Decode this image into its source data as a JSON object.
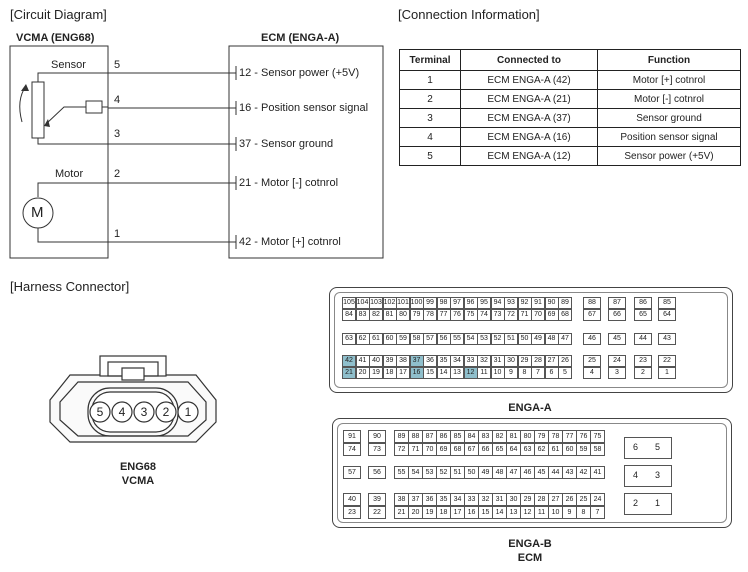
{
  "headers": {
    "circuit": "[Circuit Diagram]",
    "connection": "[Connection Information]",
    "harness": "[Harness Connector]"
  },
  "circuit": {
    "vcma_title": "VCMA (ENG68)",
    "ecm_title": "ECM (ENGA-A)",
    "sensor_label": "Sensor",
    "motor_label": "Motor",
    "motor_symbol": "M",
    "pins": [
      "5",
      "4",
      "3",
      "2",
      "1"
    ],
    "ecm_terminals": [
      "12 - Sensor power (+5V)",
      "16 - Position sensor signal",
      "37 - Sensor ground",
      "21 - Motor [-] cotnrol",
      "42 - Motor [+] cotnrol"
    ]
  },
  "connection_table": {
    "columns": [
      "Terminal",
      "Connected to",
      "Function"
    ],
    "rows": [
      [
        "1",
        "ECM ENGA-A (42)",
        "Motor [+] cotnrol"
      ],
      [
        "2",
        "ECM ENGA-A (21)",
        "Motor [-] cotnrol"
      ],
      [
        "3",
        "ECM ENGA-A (37)",
        "Sensor ground"
      ],
      [
        "4",
        "ECM ENGA-A (16)",
        "Position sensor signal"
      ],
      [
        "5",
        "ECM ENGA-A (12)",
        "Sensor power (+5V)"
      ]
    ]
  },
  "eng68": {
    "pins": [
      "5",
      "4",
      "3",
      "2",
      "1"
    ],
    "caption_line1": "ENG68",
    "caption_line2": "VCMA"
  },
  "enga_a": {
    "caption": "ENGA-A",
    "highlight": [
      "42",
      "37",
      "21",
      "16",
      "12"
    ],
    "highlight_color": "#8fbfcc",
    "rows": [
      {
        "main": [
          "105",
          "104",
          "103",
          "102",
          "101",
          "100",
          "99",
          "98",
          "97",
          "96",
          "95",
          "94",
          "93",
          "92",
          "91",
          "90",
          "89"
        ],
        "side": [
          "88",
          "87",
          "86",
          "85"
        ]
      },
      {
        "main": [
          "84",
          "83",
          "82",
          "81",
          "80",
          "79",
          "78",
          "77",
          "76",
          "75",
          "74",
          "73",
          "72",
          "71",
          "70",
          "69",
          "68"
        ],
        "side": [
          "67",
          "66",
          "65",
          "64"
        ]
      },
      {
        "main": [
          "63",
          "62",
          "61",
          "60",
          "59",
          "58",
          "57",
          "56",
          "55",
          "54",
          "53",
          "52",
          "51",
          "50",
          "49",
          "48",
          "47"
        ],
        "side": [
          "46",
          "45",
          "44",
          "43"
        ]
      },
      {
        "main": [
          "42",
          "41",
          "40",
          "39",
          "38",
          "37",
          "36",
          "35",
          "34",
          "33",
          "32",
          "31",
          "30",
          "29",
          "28",
          "27",
          "26"
        ],
        "side": [
          "25",
          "24",
          "23",
          "22"
        ]
      },
      {
        "main": [
          "21",
          "20",
          "19",
          "18",
          "17",
          "16",
          "15",
          "14",
          "13",
          "12",
          "11",
          "10",
          "9",
          "8",
          "7",
          "6",
          "5"
        ],
        "side": [
          "4",
          "3",
          "2",
          "1"
        ]
      }
    ]
  },
  "enga_b": {
    "caption_line1": "ENGA-B",
    "caption_line2": "ECM",
    "groups": [
      {
        "top": [
          "91",
          "90"
        ],
        "bottom": [
          "74",
          "73"
        ],
        "mainTop": [
          "89",
          "88",
          "87",
          "86",
          "85",
          "84",
          "83",
          "82",
          "81",
          "80",
          "79",
          "78",
          "77",
          "76",
          "75"
        ],
        "mainBottom": [
          "72",
          "71",
          "70",
          "69",
          "68",
          "67",
          "66",
          "65",
          "64",
          "63",
          "62",
          "61",
          "60",
          "59",
          "58"
        ]
      },
      {
        "single": [
          "57",
          "56"
        ],
        "mainSingle": [
          "55",
          "54",
          "53",
          "52",
          "51",
          "50",
          "49",
          "48",
          "47",
          "46",
          "45",
          "44",
          "43",
          "42",
          "41"
        ]
      },
      {
        "top": [
          "40",
          "39"
        ],
        "bottom": [
          "23",
          "22"
        ],
        "mainTop": [
          "38",
          "37",
          "36",
          "35",
          "34",
          "33",
          "32",
          "31",
          "30",
          "29",
          "28",
          "27",
          "26",
          "25",
          "24"
        ],
        "mainBottom": [
          "21",
          "20",
          "19",
          "18",
          "17",
          "16",
          "15",
          "14",
          "13",
          "12",
          "11",
          "10",
          "9",
          "8",
          "7"
        ]
      }
    ],
    "side_pairs": [
      [
        "6",
        "5"
      ],
      [
        "4",
        "3"
      ],
      [
        "2",
        "1"
      ]
    ]
  }
}
